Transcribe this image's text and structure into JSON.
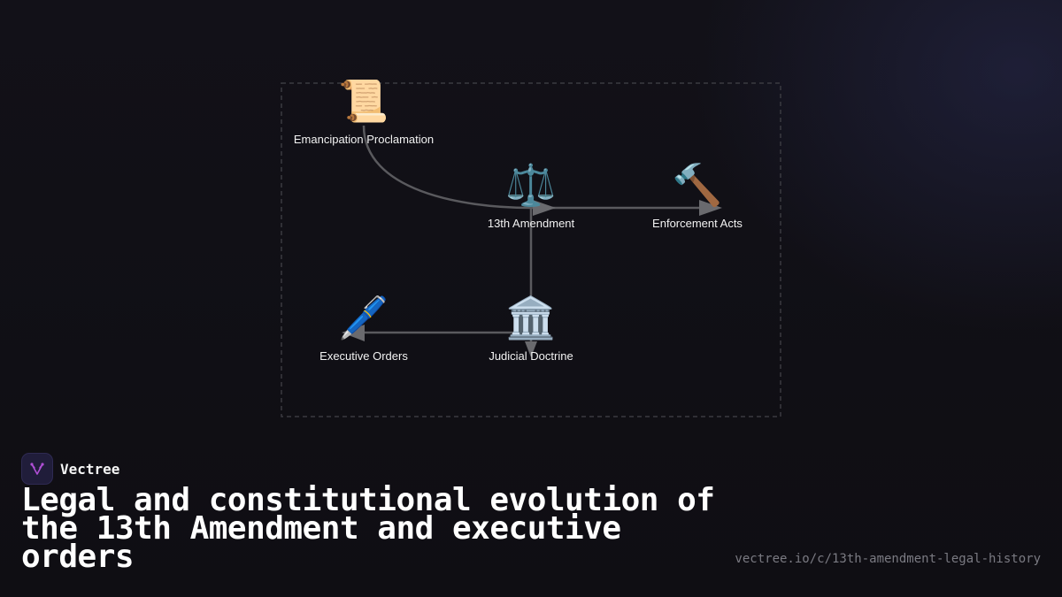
{
  "diagram": {
    "nodes": [
      {
        "id": "emancipation",
        "icon": "📜",
        "icon_name": "scroll-icon",
        "label": "Emancipation Proclamation"
      },
      {
        "id": "amendment13",
        "icon": "⚖️",
        "icon_name": "scales-icon",
        "label": "13th Amendment"
      },
      {
        "id": "enforcement",
        "icon": "🔨",
        "icon_name": "hammer-icon",
        "label": "Enforcement Acts"
      },
      {
        "id": "executive",
        "icon": "🖊️",
        "icon_name": "pen-icon",
        "label": "Executive Orders"
      },
      {
        "id": "judicial",
        "icon": "🏛️",
        "icon_name": "classical-building-icon",
        "label": "Judicial Doctrine"
      }
    ],
    "edges": [
      {
        "from": "emancipation",
        "to": "amendment13"
      },
      {
        "from": "amendment13",
        "to": "enforcement"
      },
      {
        "from": "amendment13",
        "to": "judicial"
      },
      {
        "from": "judicial",
        "to": "executive"
      }
    ],
    "colors": {
      "edge": "#5a5a5e",
      "arrow": "#6a6a6e",
      "group_border": "#3a3a40"
    }
  },
  "brand": {
    "name": "Vectree",
    "logo_color": "#b04fd6"
  },
  "footer": {
    "title": "Legal and constitutional evolution of the 13th Amendment and executive orders",
    "url": "vectree.io/c/13th-amendment-legal-history"
  }
}
